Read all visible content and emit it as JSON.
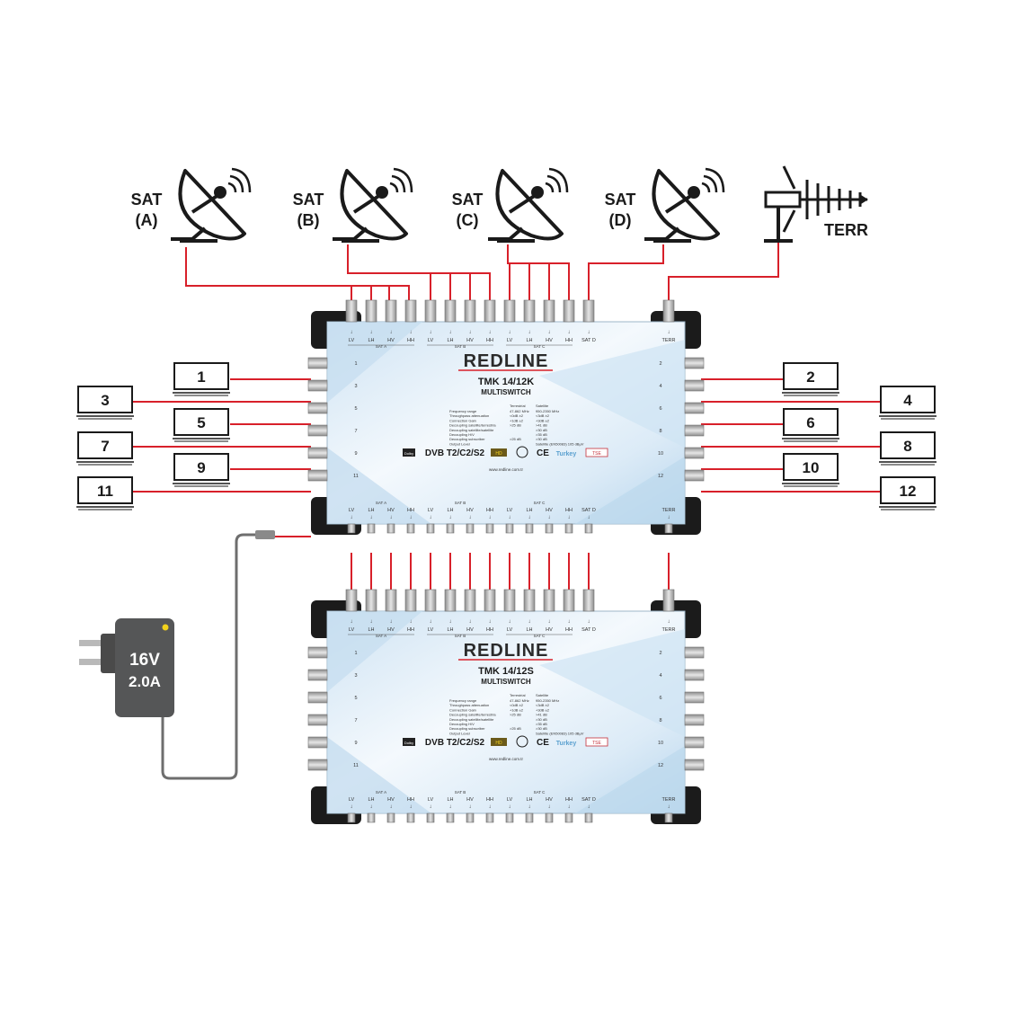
{
  "colors": {
    "cable": "#d8202a",
    "power_cable": "#6e6e6e",
    "body_light": "#eaf3fb",
    "body_blue": "#b9d6ee",
    "bracket": "#1b1b1b",
    "led": "#f2d21c"
  },
  "dishes": [
    {
      "name": "SAT",
      "sub": "(A)"
    },
    {
      "name": "SAT",
      "sub": "(B)"
    },
    {
      "name": "SAT",
      "sub": "(C)"
    },
    {
      "name": "SAT",
      "sub": "(D)"
    }
  ],
  "terrestrial_label": "TERR",
  "switch1": {
    "brand": "REDLINE",
    "model": "TMK 14/12K",
    "type": "MULTISWITCH",
    "website": "www.redline.com.tr"
  },
  "switch2": {
    "brand": "REDLINE",
    "model": "TMK 14/12S",
    "type": "MULTISWITCH",
    "website": "www.redline.com.tr"
  },
  "port_labels": [
    "LV",
    "LH",
    "HV",
    "HH",
    "LV",
    "LH",
    "HV",
    "HH",
    "LV",
    "LH",
    "HV",
    "HH",
    "SAT D"
  ],
  "group_labels": [
    "SAT A",
    "SAT B",
    "SAT C"
  ],
  "terr_port_label": "TERR",
  "outputs_left": [
    "1",
    "3",
    "5",
    "7",
    "9",
    "11"
  ],
  "outputs_right": [
    "2",
    "4",
    "6",
    "8",
    "10",
    "12"
  ],
  "specs": {
    "headers": [
      "Terrestrial",
      "Satellite"
    ],
    "rows": [
      [
        "Frequency range",
        "47-862 MHz",
        "950-2350 MHz"
      ],
      [
        "Throughpass attenuation",
        "<0dB ±2",
        "<3dB ±2"
      ],
      [
        "Connection Gain",
        "+1dB ±2",
        "+3dB ±2"
      ],
      [
        "Decoupling satellite/terrestria",
        ">25 dB",
        ">41 dB"
      ],
      [
        "Decoupling satellite/satellite",
        "",
        ">30 dB"
      ],
      [
        "Decoupling H/V",
        "",
        ">35 dB"
      ],
      [
        "Decoupling subscriber",
        ">25 dB",
        ">30 dB"
      ],
      [
        "Output Level",
        "",
        "Satellite (EN50083) 105 dBμV"
      ]
    ]
  },
  "certifications": [
    "Dolby",
    "DVB T2/C2/S2",
    "HD",
    "CE",
    "Turkey",
    "TSE"
  ],
  "power_supply": {
    "voltage": "16V",
    "current": "2.0A"
  }
}
